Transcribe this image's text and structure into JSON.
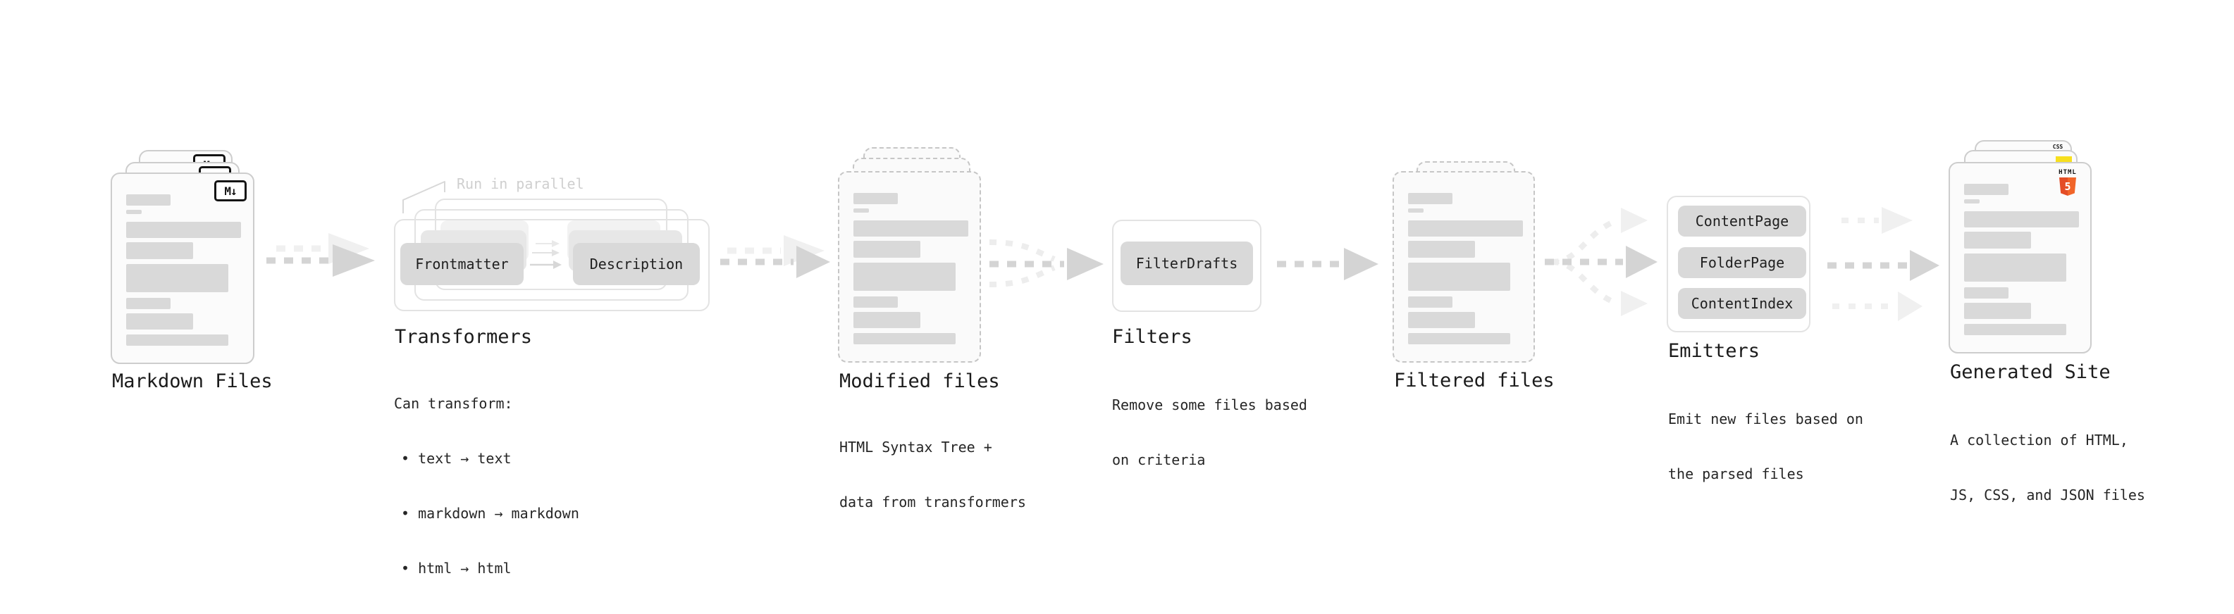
{
  "diagram": {
    "markdown": {
      "label": "Markdown Files",
      "badge": "M↓"
    },
    "transformers": {
      "note": "Run in parallel",
      "front_box": "Frontmatter",
      "back_box": "Description",
      "heading": "Transformers",
      "body_title": "Can transform:",
      "bullets": [
        "• text → text",
        "• markdown → markdown",
        "• html → html"
      ]
    },
    "modified": {
      "heading": "Modified files",
      "body_line1": "HTML Syntax Tree +",
      "body_line2": "data from transformers"
    },
    "filters": {
      "box": "FilterDrafts",
      "heading": "Filters",
      "body_line1": "Remove some files based",
      "body_line2": "on criteria"
    },
    "filtered": {
      "heading": "Filtered files"
    },
    "emitters": {
      "box1": "ContentPage",
      "box2": "FolderPage",
      "box3": "ContentIndex",
      "heading": "Emitters",
      "body_line1": "Emit new files based on",
      "body_line2": "the parsed files"
    },
    "generated": {
      "heading": "Generated Site",
      "body_line1": "A collection of HTML,",
      "body_line2": "JS, CSS, and JSON files",
      "css_badge": "CSS",
      "html_badge": "HTML",
      "html_number": "5"
    },
    "colors": {
      "markdown_badge": "#141414",
      "css_blue": "#2965f1",
      "js_yellow": "#f7df1e",
      "html5_orange": "#e44d26",
      "arrow_dark": "#d4d4d4",
      "arrow_light": "#f0f0f0"
    }
  }
}
